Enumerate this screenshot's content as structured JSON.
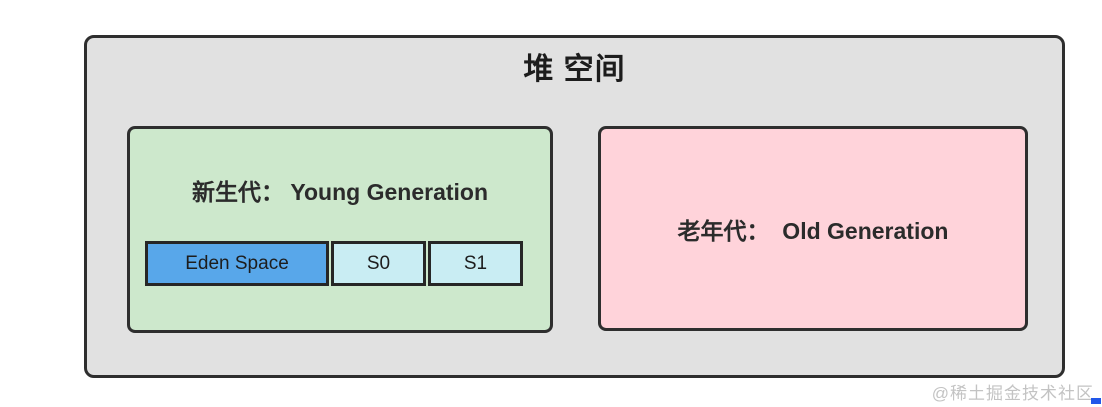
{
  "diagram": {
    "title": "堆 空间",
    "young_generation": {
      "label": "新生代： Young Generation",
      "regions": [
        {
          "label": "Eden Space",
          "fill": "#58a7ea"
        },
        {
          "label": "S0",
          "fill": "#c9edf3"
        },
        {
          "label": "S1",
          "fill": "#c9edf3"
        }
      ]
    },
    "old_generation": {
      "label": "老年代：  Old Generation"
    }
  },
  "watermark": "@稀土掘金技术社区",
  "colors": {
    "outer_fill": "#e1e1e1",
    "border": "#2e2e2e",
    "young_fill": "#cde8cc",
    "old_fill": "#ffd3da",
    "eden_fill": "#58a7ea",
    "survivor_fill": "#c9edf3",
    "watermark_text": "#b9b9b9",
    "corner_mark": "#2157e9"
  }
}
